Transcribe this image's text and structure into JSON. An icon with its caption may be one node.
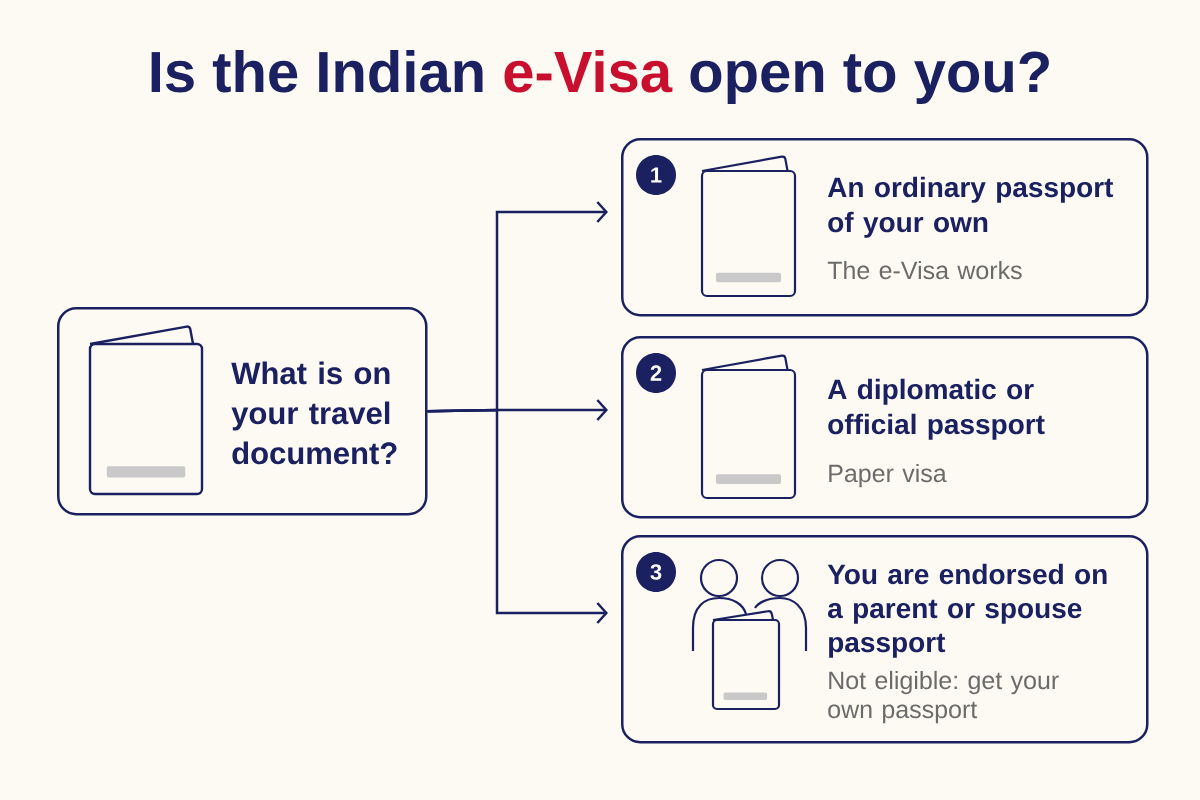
{
  "diagram": {
    "title": "Is the Indian **e-Visa** open to you?",
    "nodes": [
      {
        "text": [
          "What is on your travel document?"
        ]
      },
      {
        "text": [
          "An ordinary passport of your own",
          "The e-Visa works"
        ]
      },
      {
        "text": [
          "1"
        ],
        "in": 1
      },
      {
        "text": [
          "A diplomatic or official passport",
          "Paper visa"
        ]
      },
      {
        "text": [
          "2"
        ],
        "in": 3
      },
      {
        "text": [
          "You are endorsed on a parent or spouse passport",
          "Not eligible: get your own passport"
        ]
      },
      {
        "text": [
          "3"
        ],
        "in": 5
      }
    ],
    "edges": [
      {
        "from": 0,
        "to": 1,
        "arrow": "to"
      },
      {
        "from": 0,
        "to": 3,
        "arrow": "to"
      },
      {
        "from": 0,
        "to": 5,
        "arrow": "to"
      }
    ]
  }
}
